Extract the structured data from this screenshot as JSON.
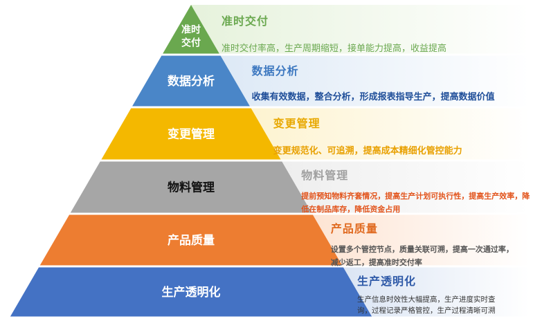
{
  "tiers": [
    {
      "label_lines": [
        "准时",
        "交付"
      ],
      "title": "准时交付",
      "description": "准时交付率高，生产周期缩短，接单能力提高，收益提高",
      "color": "#6aa84f",
      "title_color": "#6aa84f",
      "desc_color": "#6aa84f",
      "band_color": "#e6f2dc"
    },
    {
      "label_lines": [
        "数据分析"
      ],
      "title": "数据分析",
      "description": "收集有效数据，整合分析，形成报表指导生产，提高数据价值",
      "color": "#4a86c8",
      "title_color": "#3d78c0",
      "desc_color": "#1f4e99",
      "band_color": "#dde9f6"
    },
    {
      "label_lines": [
        "变更管理"
      ],
      "title": "变更管理",
      "description": "变更规范化、可追溯，提高成本精细化管控能力",
      "color": "#f4b800",
      "title_color": "#e8a800",
      "desc_color": "#e8a000",
      "band_color": "#fdf3d0"
    },
    {
      "label_lines": [
        "物料管理"
      ],
      "title": "物料管理",
      "description": "提前预知物料齐套情况，提高生产计划可执行性，提高生产效率，降低在制品库存，降低资金占用",
      "color": "#a6a6a6",
      "title_color": "#a0a0a0",
      "desc_color": "#e2541c",
      "band_color": "#eeeeee"
    },
    {
      "label_lines": [
        "产品质量"
      ],
      "title": "产品质量",
      "description": "设置多个管控节点，质量关联可溯，提高一次通过率，减少返工，提高准时交付率",
      "color": "#ed7d31",
      "title_color": "#e06a20",
      "desc_color": "#555555",
      "band_color": "#fde4d3"
    },
    {
      "label_lines": [
        "生产透明化"
      ],
      "title": "生产透明化",
      "description": "生产信息时效性大幅提高，生产进度实时查询，过程记录严格管控，生产过程清晰可溯",
      "color": "#4472c4",
      "title_color": "#2f5aa8",
      "desc_color": "#333333",
      "band_color": "#dbe5f4"
    }
  ]
}
